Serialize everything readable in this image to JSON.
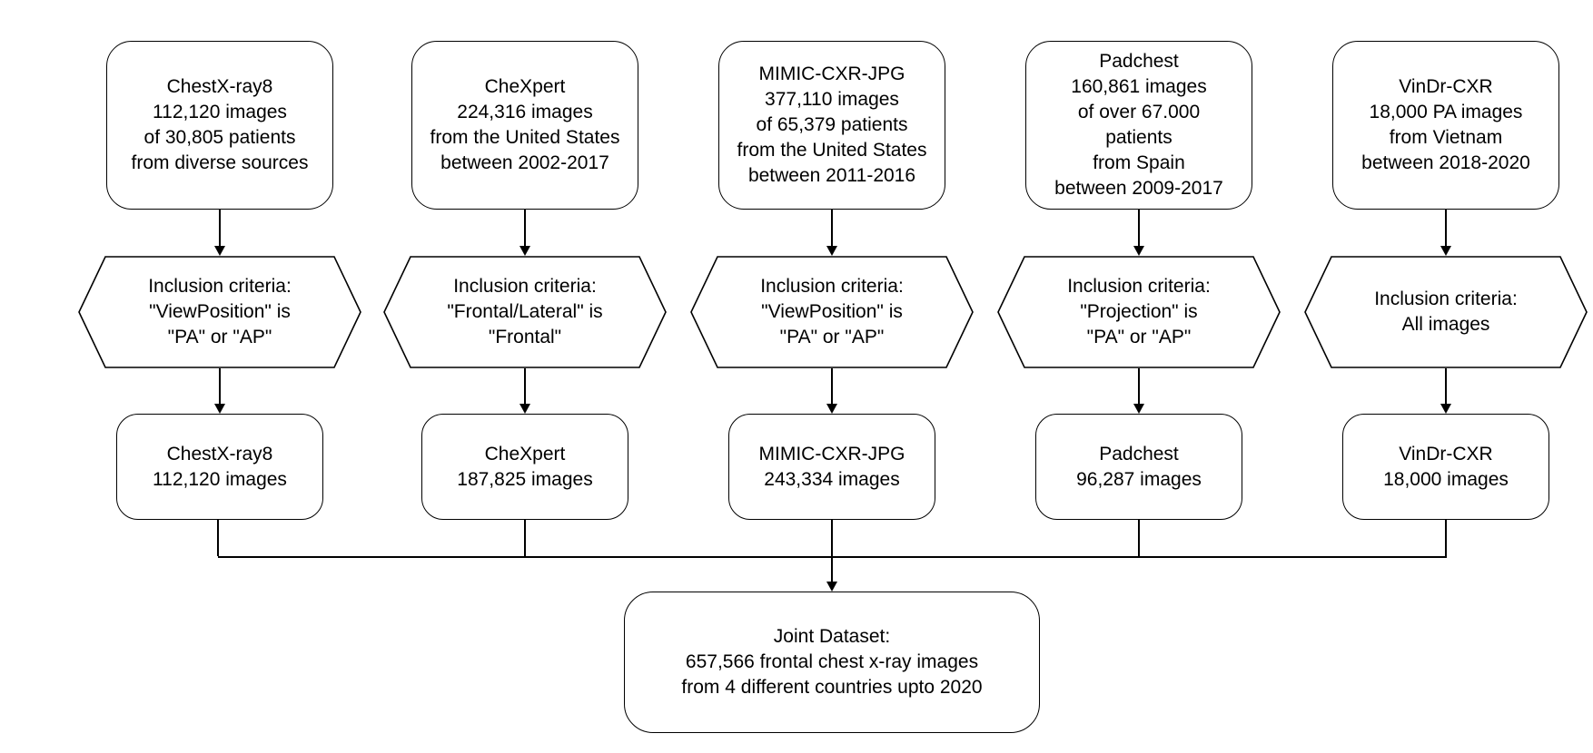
{
  "diagram": {
    "title": "Chest x-ray dataset inclusion flowchart",
    "colors": {
      "stroke": "#000000",
      "fill": "#ffffff",
      "text": "#000000"
    },
    "columns": [
      {
        "name": "chestx-ray8",
        "source_lines": [
          "ChestX-ray8",
          "112,120 images",
          "of 30,805 patients",
          "from diverse sources"
        ],
        "criteria_lines": [
          "Inclusion criteria:",
          "\"ViewPosition\" is",
          "\"PA\" or \"AP\""
        ],
        "result_lines": [
          "ChestX-ray8",
          "112,120 images"
        ]
      },
      {
        "name": "chexpert",
        "source_lines": [
          "CheXpert",
          "224,316 images",
          "from the United States",
          "between 2002-2017"
        ],
        "criteria_lines": [
          "Inclusion criteria:",
          "\"Frontal/Lateral\" is",
          "\"Frontal\""
        ],
        "result_lines": [
          "CheXpert",
          "187,825 images"
        ]
      },
      {
        "name": "mimic-cxr-jpg",
        "source_lines": [
          "MIMIC-CXR-JPG",
          "377,110 images",
          "of 65,379 patients",
          "from the United States",
          "between 2011-2016"
        ],
        "criteria_lines": [
          "Inclusion criteria:",
          "\"ViewPosition\" is",
          "\"PA\" or \"AP\""
        ],
        "result_lines": [
          "MIMIC-CXR-JPG",
          "243,334 images"
        ]
      },
      {
        "name": "padchest",
        "source_lines": [
          "Padchest",
          "160,861 images",
          "of over 67.000",
          "patients",
          "from Spain",
          "between 2009-2017"
        ],
        "criteria_lines": [
          "Inclusion criteria:",
          "\"Projection\" is",
          "\"PA\" or \"AP\""
        ],
        "result_lines": [
          "Padchest",
          "96,287 images"
        ]
      },
      {
        "name": "vindr-cxr",
        "source_lines": [
          "VinDr-CXR",
          "18,000 PA images",
          "from Vietnam",
          "between 2018-2020"
        ],
        "criteria_lines": [
          "Inclusion criteria:",
          "All images"
        ],
        "result_lines": [
          "VinDr-CXR",
          "18,000 images"
        ]
      }
    ],
    "joint_lines": [
      "Joint Dataset:",
      "657,566 frontal chest x-ray images",
      "from 4 different countries upto 2020"
    ]
  }
}
